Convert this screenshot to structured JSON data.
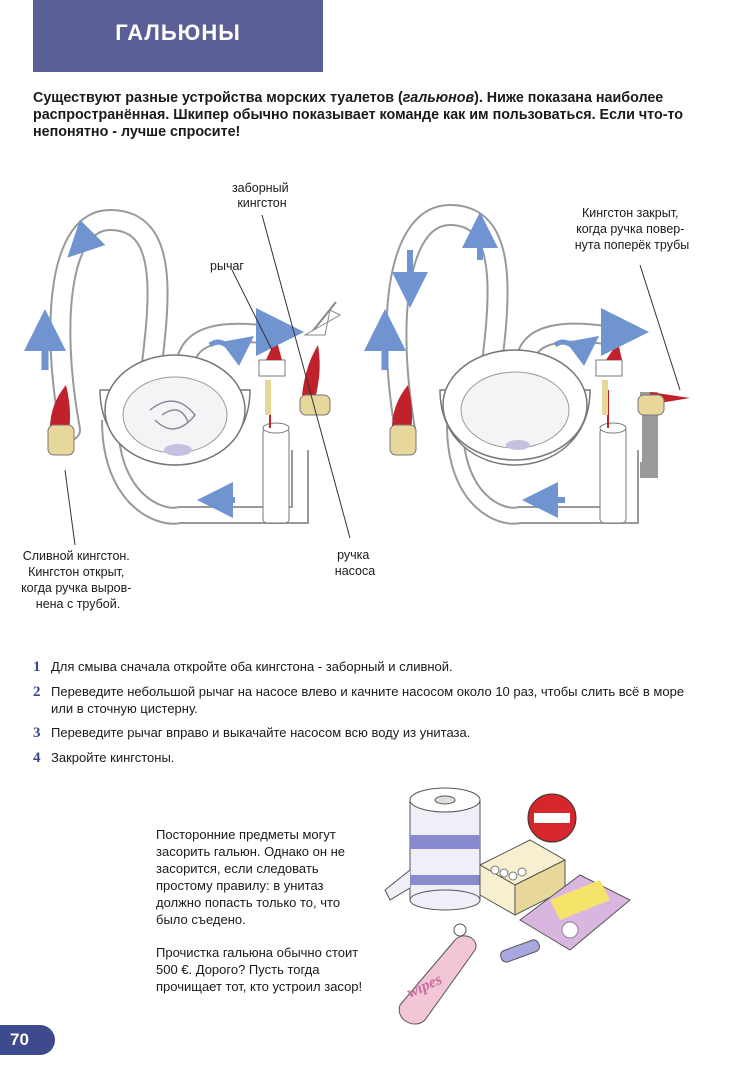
{
  "header": {
    "title": "ГАЛЬЮНЫ"
  },
  "intro_parts": [
    "Существуют разные устройства морских туалетов (",
    "гальюнов",
    "). Ниже показана наиболее распространённая. Шкипер обычно показывает команде как им пользоваться. Если что-то непонятно - лучше спросите!"
  ],
  "diagram_labels": {
    "intake_valve": [
      "заборный",
      "кингстон"
    ],
    "lever": "рычаг",
    "pump_handle": [
      "ручка",
      "насоса"
    ],
    "drain_valve": [
      "Сливной кингстон.",
      "Кингстон открыт,",
      "когда ручка выров-",
      "нена с трубой."
    ],
    "closed_valve": [
      "Кингстон закрыт,",
      "когда ручка повер-",
      "нута поперёк трубы"
    ]
  },
  "steps": [
    {
      "num": "1",
      "text": "Для смыва сначала откройте оба кингстона - заборный и сливной."
    },
    {
      "num": "2",
      "text": "Переведите небольшой рычаг на насосе влево и качните насосом около 10 раз, чтобы слить всё в море или в сточную цистерну."
    },
    {
      "num": "3",
      "text": "Переведите рычаг вправо и выкачайте насосом всю воду из унитаза."
    },
    {
      "num": "4",
      "text": "Закройте кингстоны."
    }
  ],
  "note": {
    "para1": "Посторонние предметы могут засорить гальюн. Однако он не засорится, если следовать простому правилу: в унитаз должно попасть только то, что было съедено.",
    "para2": "Прочистка гальюна обычно стоит 500 €. Дорого? Пусть тогда прочищает тот, кто устроил засор!"
  },
  "wipes_label": "wipes",
  "page_number": "70",
  "colors": {
    "banner": "#5b5f98",
    "step_number": "#3a4787",
    "arrow": "#6f94cf",
    "valve_handle": "#c0212b",
    "valve_body": "#e8d79a",
    "no_sign": "#d6262b"
  }
}
